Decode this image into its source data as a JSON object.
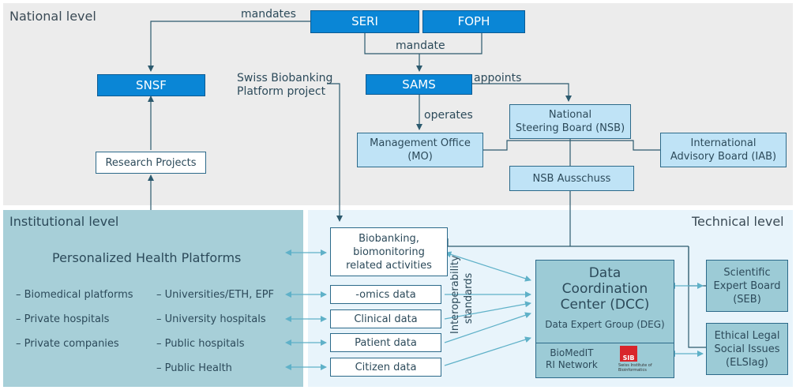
{
  "regions": {
    "national": "National level",
    "institutional": "Institutional level",
    "technical": "Technical level"
  },
  "nodes": {
    "seri": "SERI",
    "foph": "FOPH",
    "snsf": "SNSF",
    "sams": "SAMS",
    "nsb_l1": "National",
    "nsb_l2": "Steering Board (NSB)",
    "mo_l1": "Management Office",
    "mo_l2": "(MO)",
    "iab_l1": "International",
    "iab_l2": "Advisory Board (IAB)",
    "nsb_ausschuss": "NSB Ausschuss",
    "research_projects": "Research Projects",
    "biobanking_l1": "Biobanking,",
    "biobanking_l2": "biomonitoring",
    "biobanking_l3": "related activities",
    "omics": "-omics data",
    "clinical": "Clinical data",
    "patient": "Patient data",
    "citizen": "Citizen data",
    "dcc_l1": "Data",
    "dcc_l2": "Coordination",
    "dcc_l3": "Center (DCC)",
    "deg": "Data Expert Group (DEG)",
    "biomedit_l1": "BioMedIT",
    "biomedit_l2": "RI Network",
    "sib_logo": "SIB",
    "sib_text_l1": "Swiss Institute of",
    "sib_text_l2": "Bioinformatics",
    "seb_l1": "Scientific",
    "seb_l2": "Expert Board",
    "seb_l3": "(SEB)",
    "elsi_l1": "Ethical Legal",
    "elsi_l2": "Social Issues",
    "elsi_l3": "(ELSIag)"
  },
  "edge_labels": {
    "mandates": "mandates",
    "mandate": "mandate",
    "appoints": "appoints",
    "operates": "operates",
    "sbp_l1": "Swiss Biobanking",
    "sbp_l2": "Platform project",
    "interop_l1": "Interoperability",
    "interop_l2": "standards"
  },
  "institutional": {
    "title": "Personalized Health Platforms",
    "left_list": [
      "– Biomedical platforms",
      "– Private hospitals",
      "– Private companies"
    ],
    "right_list": [
      "– Universities/ETH, EPF",
      "– University hospitals",
      "– Public hospitals",
      "– Public Health"
    ]
  },
  "colors": {
    "national_bg": "#ececec",
    "institutional_bg": "#a7cfd8",
    "technical_bg": "#e8f4fb",
    "dark_blue": "#0a86d6",
    "light_blue": "#bfe3f6",
    "teal_box": "#9ccbd6",
    "line": "#2c5a6e",
    "arrow_teal": "#5fb1c8"
  }
}
